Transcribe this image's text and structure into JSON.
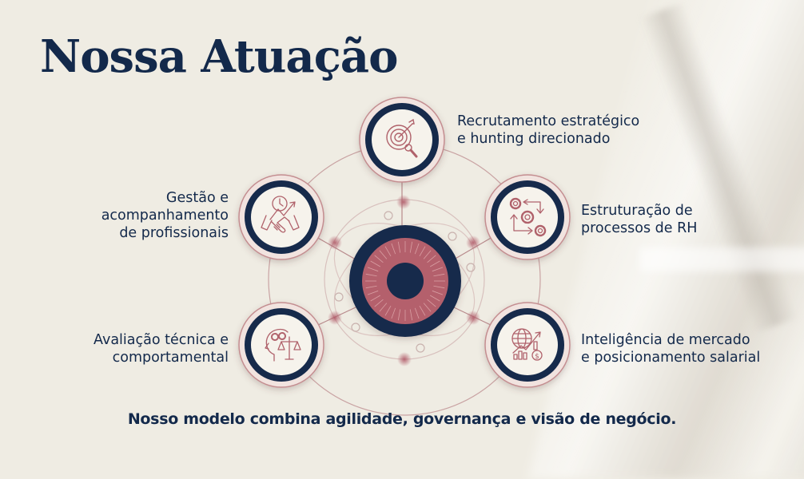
{
  "slide": {
    "title": "Nossa Atuação",
    "footer": "Nosso modelo combina agilidade, governança e visão de negócio.",
    "colors": {
      "navy": "#13294b",
      "rose": "#b86670",
      "rose_light": "#d9aeb1",
      "background": "#efece3",
      "node_fill": "#f6f3ec"
    }
  },
  "hub": {
    "icon": "radial-target-hub-icon"
  },
  "services": [
    {
      "id": "recruitment",
      "icon": "target-magnifier-icon",
      "lines": [
        "Recrutamento estratégico",
        "e hunting direcionado"
      ]
    },
    {
      "id": "management",
      "icon": "handshake-clock-growth-icon",
      "lines": [
        "Gestão e",
        "acompanhamento",
        "de profissionais"
      ]
    },
    {
      "id": "hr-processes",
      "icon": "gears-arrows-process-icon",
      "lines": [
        "Estruturação de",
        "processos de RH"
      ]
    },
    {
      "id": "assessment",
      "icon": "head-gears-scale-icon",
      "lines": [
        "Avaliação técnica e",
        "comportamental"
      ]
    },
    {
      "id": "market-intelligence",
      "icon": "globe-chart-dollar-icon",
      "lines": [
        "Inteligência de mercado",
        "e posicionamento salarial"
      ]
    }
  ]
}
